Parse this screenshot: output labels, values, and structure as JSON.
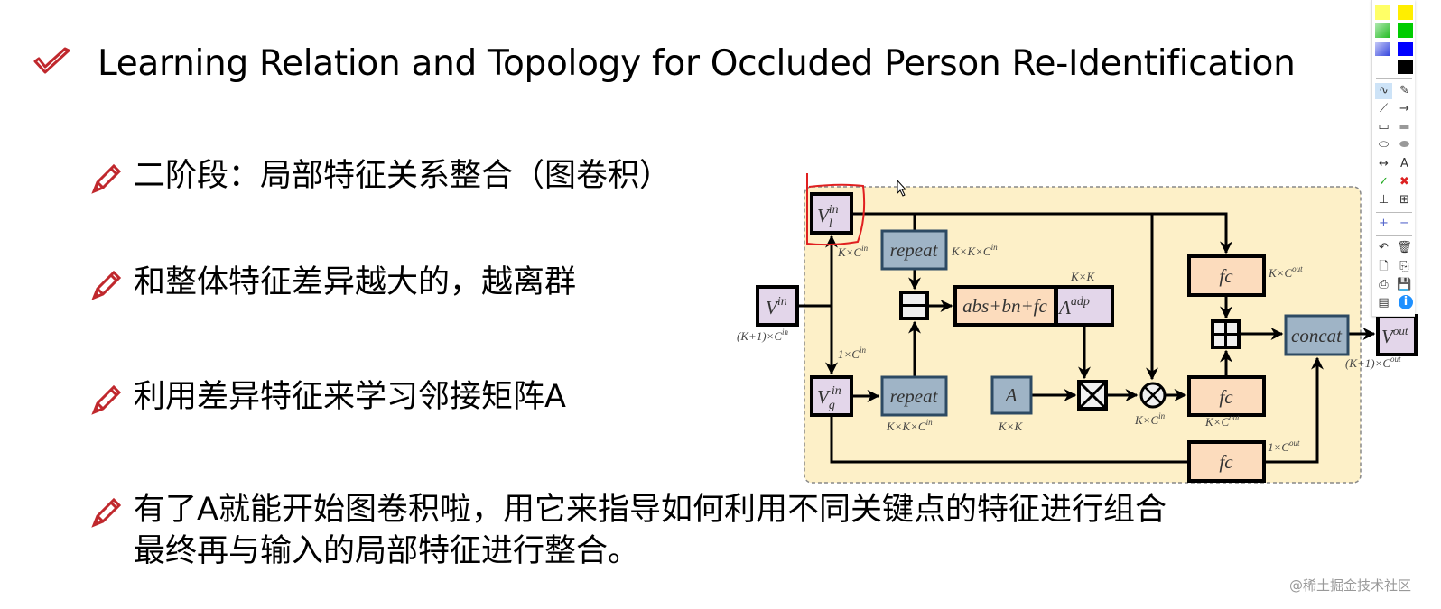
{
  "slide": {
    "title": "Learning Relation and Topology for Occluded Person Re-Identification",
    "title_icon": "checkmark-icon",
    "bullet_icon": "pencil-icon",
    "bullets": [
      {
        "lines": [
          "二阶段：局部特征关系整合（图卷积）"
        ]
      },
      {
        "lines": [
          "和整体特征差异越大的，越离群"
        ]
      },
      {
        "lines": [
          "利用差异特征来学习邻接矩阵A"
        ]
      },
      {
        "lines": [
          "有了A就能开始图卷积啦，用它来指导如何利用不同关键点的特征进行组合",
          "最终再与输入的局部特征进行整合。"
        ]
      }
    ]
  },
  "diagram": {
    "nodes": {
      "v_in": {
        "main": "V",
        "sup": "in",
        "label": "(K+1)×C",
        "label_sup": "in"
      },
      "v_l_in": {
        "main": "V",
        "sub": "l",
        "sup": "in",
        "label": "K×C",
        "label_sup": "in"
      },
      "v_g_in": {
        "main": "V",
        "sub": "g",
        "sup": "in",
        "label": "1×C",
        "label_sup": "in"
      },
      "repeat_top": {
        "text": "repeat",
        "label": "K×K×C",
        "label_sup": "in"
      },
      "repeat_bottom": {
        "text": "repeat",
        "label": "K×K×C",
        "label_sup": "in"
      },
      "abs_bn_fc": {
        "text": "abs+bn+fc"
      },
      "a_adp": {
        "main": "A",
        "sup": "adp",
        "label": "K×K"
      },
      "a": {
        "text": "A",
        "label": "K×K"
      },
      "mult": {
        "label": "K×C",
        "label_sup": "in"
      },
      "fc_top": {
        "text": "fc",
        "label": "K×C",
        "label_sup": "out"
      },
      "fc_mid": {
        "text": "fc",
        "label": "K×C",
        "label_sup": "out"
      },
      "fc_bottom": {
        "text": "fc",
        "label": "1×C",
        "label_sup": "out"
      },
      "concat": {
        "text": "concat"
      },
      "v_out": {
        "main": "V",
        "sup": "out",
        "label": "(K+1)×C",
        "label_sup": "out"
      }
    },
    "colors": {
      "background": "#fdf0c8",
      "vertex": "#e3d6ea",
      "op_blue": "#9fb4c6",
      "op_peach": "#fcdcbd",
      "annotation": "#e02020"
    }
  },
  "toolbar": {
    "colors": [
      "#ffff66",
      "#ffee00",
      "#55cc55",
      "#00cc00",
      "#6677ee",
      "#0000ff",
      "#ffffff",
      "#000000"
    ],
    "tools": [
      [
        "freehand-icon",
        "eraser-icon"
      ],
      [
        "line-icon",
        "arrow-icon"
      ],
      [
        "rectangle-icon",
        "filled-rectangle-icon"
      ],
      [
        "ellipse-icon",
        "filled-ellipse-icon"
      ],
      [
        "double-arrow-icon",
        "text-icon"
      ],
      [
        "check-icon",
        "cross-icon"
      ],
      [
        "ruler-icon",
        "zoom-icon"
      ],
      [
        "plus-icon",
        "minus-icon"
      ],
      [
        "undo-icon",
        "trash-icon"
      ],
      [
        "new-page-icon",
        "copy-icon"
      ],
      [
        "print-icon",
        "save-icon"
      ],
      [
        "screen-icon",
        "info-icon"
      ]
    ],
    "text_tool_label": "A"
  },
  "watermark": "@稀土掘金技术社区"
}
